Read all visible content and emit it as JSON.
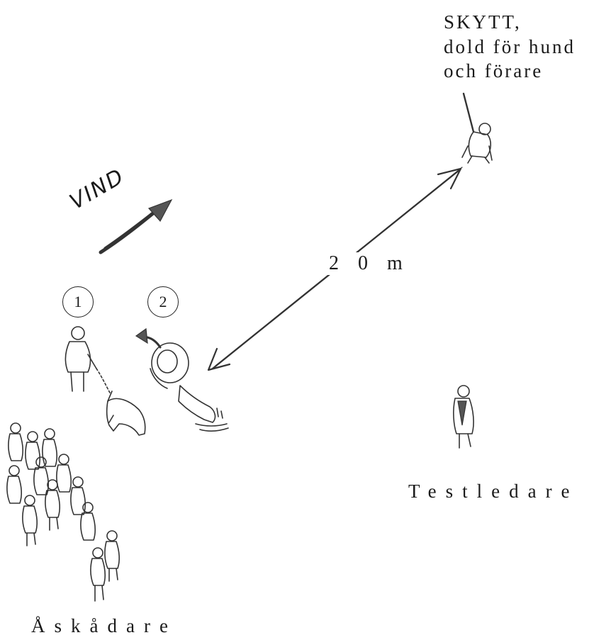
{
  "labels": {
    "shooter": "SKYTT,\ndold för hund\noch förare",
    "distance": "2 0 m",
    "wind": "VIND",
    "leader": "Testledare",
    "spectators": "Åskådare"
  },
  "positions": [
    "1",
    "2"
  ],
  "icons": {
    "shooter": "person-with-raised-gun",
    "handler_1": "handler-with-leashed-dog",
    "handler_2": "handler-with-dog-in-motion",
    "leader": "standing-person",
    "spectators": "crowd-of-people",
    "wind": "wind-direction-arrow",
    "distance": "double-headed-distance-arrow"
  }
}
